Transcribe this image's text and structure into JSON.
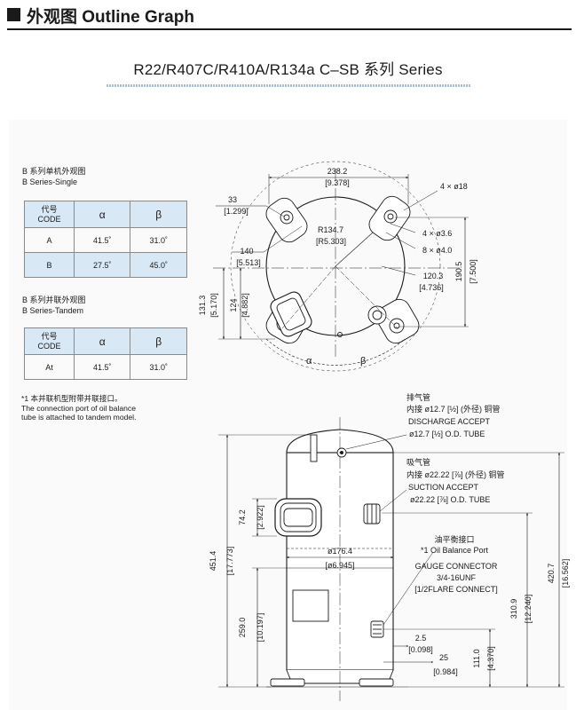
{
  "header": {
    "title": "外观图 Outline Graph"
  },
  "series_title": "R22/R407C/R410A/R134a C–SB 系列 Series",
  "single": {
    "caption_cn": "B 系列单机外观图",
    "caption_en": "B Series-Single",
    "headers": [
      "代号",
      "CODE",
      "α",
      "β"
    ],
    "rows": [
      {
        "code": "A",
        "alpha": "41.5˚",
        "beta": "31.0˚"
      },
      {
        "code": "B",
        "alpha": "27.5˚",
        "beta": "45.0˚"
      }
    ]
  },
  "tandem": {
    "caption_cn": "B 系列并联外观图",
    "caption_en": "B Series-Tandem",
    "headers": [
      "代号",
      "CODE",
      "α",
      "β"
    ],
    "rows": [
      {
        "code": "At",
        "alpha": "41.5˚",
        "beta": "31.0˚"
      }
    ]
  },
  "note": [
    "*1 本并联机型附带并联接口。",
    "The connection port of oil balance",
    "tube is attached to tandem model."
  ],
  "top_view": {
    "width": "238.2",
    "width_in": "[9.378]",
    "d33": "33",
    "d33_in": "[1.299]",
    "holes": "4 × ø18",
    "radius": "R134.7",
    "radius_in": "[R5.303]",
    "d36": "4 × ø3.6",
    "d40": "8 × ø4.0",
    "d140": "140",
    "d140_in": "[5.513]",
    "d120": "120.3",
    "d120_in": "[4.736]",
    "d190": "190.5",
    "d190_in": "[7.500]",
    "d131": "131.3",
    "d131_in": "[5.170]",
    "d124": "124",
    "d124_in": "[4.882]",
    "alpha": "α",
    "beta": "β"
  },
  "side_view": {
    "discharge_cn": "排气管",
    "discharge_inner": "内接 ø12.7 [½] (外径) 铜管",
    "discharge_en": "DISCHARGE ACCEPT",
    "discharge_od": "ø12.7 [½] O.D. TUBE",
    "suction_cn": "吸气管",
    "suction_inner": "内接 ø22.22 [⅞] (外径) 铜管",
    "suction_en": "SUCTION ACCEPT",
    "suction_od": "ø22.22 [⅞] O.D. TUBE",
    "oil_cn": "油平衡接口",
    "oil_en": "*1 Oil Balance Port",
    "gauge_1": "GAUGE CONNECTOR",
    "gauge_2": "3/4-16UNF",
    "gauge_3": "[1/2FLARE CONNECT]",
    "d451": "451.4",
    "d451_in": "[17.773]",
    "d74": "74.2",
    "d74_in": "[2.922]",
    "dia": "ø176.4",
    "dia_in": "[ø6.945]",
    "d259": "259.0",
    "d259_in": "[10.197]",
    "d420": "420.7",
    "d420_in": "[16.562]",
    "d310": "310.9",
    "d310_in": "[12.240]",
    "d111": "111.0",
    "d111_in": "[4.370]",
    "d25a": "2.5",
    "d25a_in": "[0.098]",
    "d25b": "25",
    "d25b_in": "[0.984]"
  }
}
